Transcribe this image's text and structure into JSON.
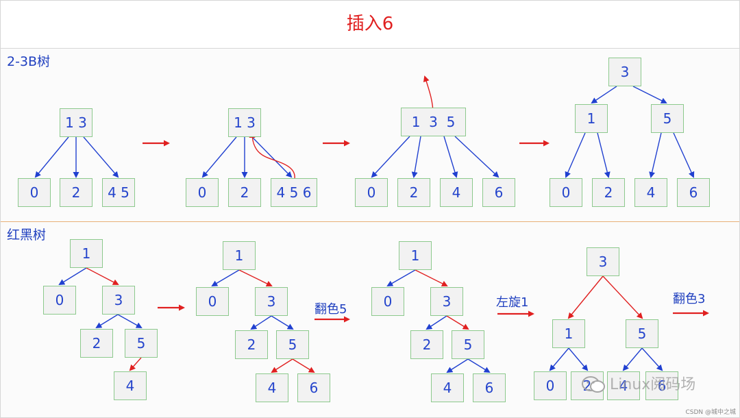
{
  "title": "插入6",
  "section_btree": {
    "label": "2-3B树",
    "stages": [
      {
        "nodes": [
          {
            "id": "b1r",
            "text": "1 3"
          },
          {
            "id": "b1a",
            "text": "0"
          },
          {
            "id": "b1b",
            "text": "2"
          },
          {
            "id": "b1c",
            "text": "4 5"
          }
        ]
      },
      {
        "nodes": [
          {
            "id": "b2r",
            "text": "1 3"
          },
          {
            "id": "b2a",
            "text": "0"
          },
          {
            "id": "b2b",
            "text": "2"
          },
          {
            "id": "b2c",
            "text": "4 5 6"
          }
        ]
      },
      {
        "nodes": [
          {
            "id": "b3r",
            "text": "1  3  5"
          },
          {
            "id": "b3a",
            "text": "0"
          },
          {
            "id": "b3b",
            "text": "2"
          },
          {
            "id": "b3c",
            "text": "4"
          },
          {
            "id": "b3d",
            "text": "6"
          }
        ]
      },
      {
        "nodes": [
          {
            "id": "b4r",
            "text": "3"
          },
          {
            "id": "b4l",
            "text": "1"
          },
          {
            "id": "b4m",
            "text": "5"
          },
          {
            "id": "b4a",
            "text": "0"
          },
          {
            "id": "b4b",
            "text": "2"
          },
          {
            "id": "b4c",
            "text": "4"
          },
          {
            "id": "b4d",
            "text": "6"
          }
        ]
      }
    ]
  },
  "section_rbtree": {
    "label": "红黑树",
    "stages": [
      {
        "nodes": [
          {
            "id": "r1a",
            "text": "1"
          },
          {
            "id": "r1b",
            "text": "0"
          },
          {
            "id": "r1c",
            "text": "3"
          },
          {
            "id": "r1d",
            "text": "2"
          },
          {
            "id": "r1e",
            "text": "5"
          },
          {
            "id": "r1f",
            "text": "4"
          }
        ]
      },
      {
        "nodes": [
          {
            "id": "r2a",
            "text": "1"
          },
          {
            "id": "r2b",
            "text": "0"
          },
          {
            "id": "r2c",
            "text": "3"
          },
          {
            "id": "r2d",
            "text": "2"
          },
          {
            "id": "r2e",
            "text": "5"
          },
          {
            "id": "r2f",
            "text": "4"
          },
          {
            "id": "r2g",
            "text": "6"
          }
        ]
      },
      {
        "nodes": [
          {
            "id": "r3a",
            "text": "1"
          },
          {
            "id": "r3b",
            "text": "0"
          },
          {
            "id": "r3c",
            "text": "3"
          },
          {
            "id": "r3d",
            "text": "2"
          },
          {
            "id": "r3e",
            "text": "5"
          },
          {
            "id": "r3f",
            "text": "4"
          },
          {
            "id": "r3g",
            "text": "6"
          }
        ]
      },
      {
        "nodes": [
          {
            "id": "r4a",
            "text": "3"
          },
          {
            "id": "r4b",
            "text": "1"
          },
          {
            "id": "r4c",
            "text": "5"
          },
          {
            "id": "r4d",
            "text": "0"
          },
          {
            "id": "r4e",
            "text": "2"
          },
          {
            "id": "r4f",
            "text": "4"
          },
          {
            "id": "r4g",
            "text": "6"
          }
        ]
      }
    ],
    "transitions": [
      "翻色5",
      "左旋1",
      "翻色3"
    ]
  },
  "colors": {
    "title": "#e02020",
    "text": "#2444cc",
    "black_link": "#2040d0",
    "red_link": "#e02020",
    "node_border": "#8cc98c",
    "node_fill": "#f2f2f2"
  },
  "watermark": "Linux阅码场",
  "credit": "CSDN @城中之城"
}
